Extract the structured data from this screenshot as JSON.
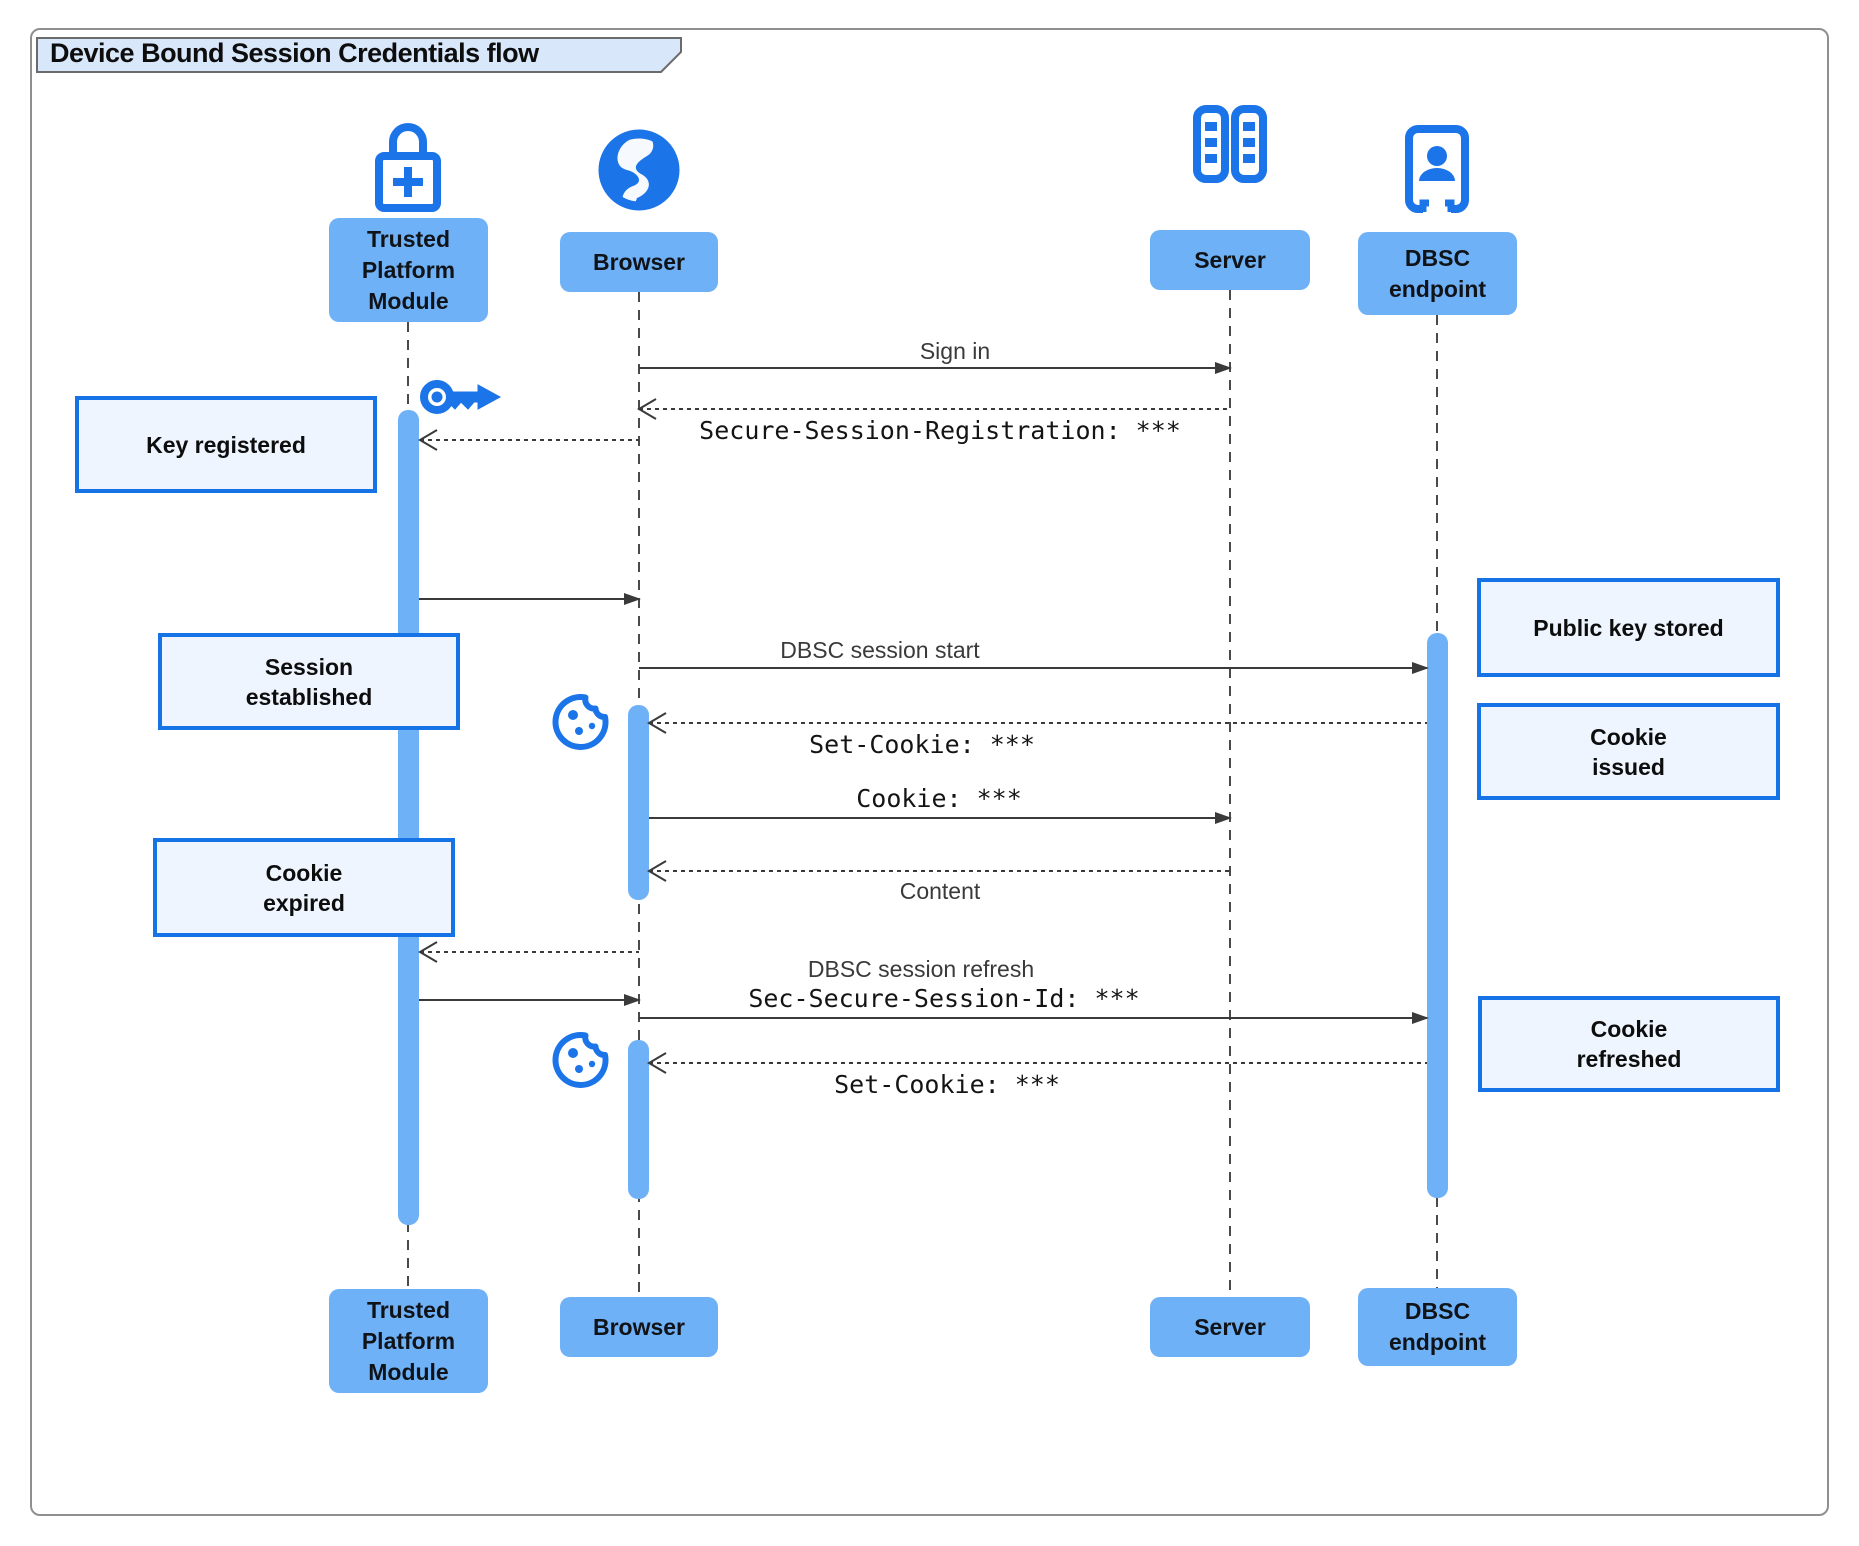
{
  "title": "Device Bound Session Credentials flow",
  "actors": {
    "tpm": {
      "label": "Trusted\nPlatform\nModule"
    },
    "browser": {
      "label": "Browser"
    },
    "server": {
      "label": "Server"
    },
    "dbsc": {
      "label": "DBSC\nendpoint"
    }
  },
  "messages": {
    "sign_in": "Sign in",
    "secure_session_registration": "Secure-Session-Registration: ***",
    "dbsc_session_start": "DBSC session start",
    "set_cookie_1": "Set-Cookie: ***",
    "cookie": "Cookie: ***",
    "content": "Content",
    "dbsc_session_refresh": "DBSC session refresh",
    "sec_secure_session_id": "Sec-Secure-Session-Id: ***",
    "set_cookie_2": "Set-Cookie: ***"
  },
  "notes": {
    "key_registered": "Key registered",
    "session_established": "Session\nestablished",
    "cookie_expired": "Cookie\nexpired",
    "public_key_stored": "Public key stored",
    "cookie_issued": "Cookie\nissued",
    "cookie_refreshed": "Cookie\nrefreshed"
  },
  "icons": {
    "tpm": "lock-plus-icon",
    "browser": "globe-icon",
    "server": "server-racks-icon",
    "dbsc": "person-door-icon",
    "key": "key-icon",
    "cookie": "cookie-icon"
  },
  "colors": {
    "actor_fill": "#6fb1f7",
    "bar_fill": "#6fb1f7",
    "icon_blue": "#1b74e8",
    "note_fill": "#eef5fe",
    "note_border": "#1573e6",
    "line": "#3a3a3a",
    "title_tab_fill": "#d9e7fb"
  }
}
